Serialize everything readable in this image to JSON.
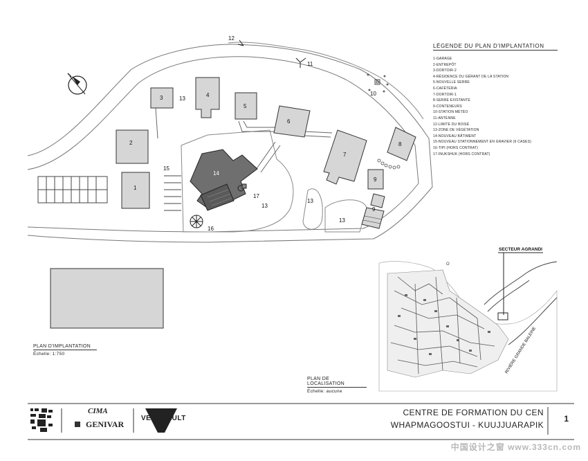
{
  "legend": {
    "title": "LÉGENDE DU PLAN D'IMPLANTATION",
    "items": [
      "1-GARAGE",
      "2-ENTREPÔT",
      "3-DORTOIR-2",
      "4-RÉSIDENCE DU GÉRANT DE LA STATION",
      "5-NOUVELLE SERRE",
      "6-CAFÉTÉRIA",
      "7-DORTOIR-1",
      "8-SERRE EXISTANTE",
      "9-CONTENEURS",
      "10-STATION MÉTÉO",
      "11-ANTENNE",
      "12-LIMITE DU BOISÉ",
      "13-ZONE DE VÉGÉTATION",
      "14-NOUVEAU BÂTIMENT",
      "15-NOUVEAU STATIONNEMENT EN GRAVIER (6 CASES)",
      "16-TIPI (HORS CONTRAT)",
      "17-INUKSHUK (HORS CONTRAT)"
    ]
  },
  "site_labels": {
    "b1": "1",
    "b2": "2",
    "b3": "3",
    "b4": "4",
    "b5": "5",
    "b6": "6",
    "b7": "7",
    "b8": "8",
    "b9a": "9",
    "b9b": "9",
    "b10": "10",
    "b11": "11",
    "b12": "12",
    "z13a": "13",
    "z13b": "13",
    "z13c": "13",
    "z13d": "13",
    "b14": "14",
    "b15": "15",
    "b16": "16",
    "b17": "17"
  },
  "location_map": {
    "sector_label": "SECTEUR AGRANDI",
    "river_label": "RIVIÈRE GRANDE BALEINE",
    "mark": "O"
  },
  "captions": {
    "site_plan_title": "PLAN D'IMPLANTATION",
    "site_plan_scale": "Échelle: 1:750",
    "location_title": "PLAN DE LOCALISATION",
    "location_scale": "Échelle: aucune"
  },
  "title_block": {
    "title_line1": "CENTRE DE FORMATION DU CEN",
    "title_line2": "WHAPMAGOOSTUI - KUUJJUARAPIK",
    "sheet_number": "1",
    "logo_cima": "CIMA",
    "logo_genivar": "GENIVAR",
    "logo_verreault": "VERREAULT"
  },
  "watermark": "中国设计之窗 www.333cn.com"
}
